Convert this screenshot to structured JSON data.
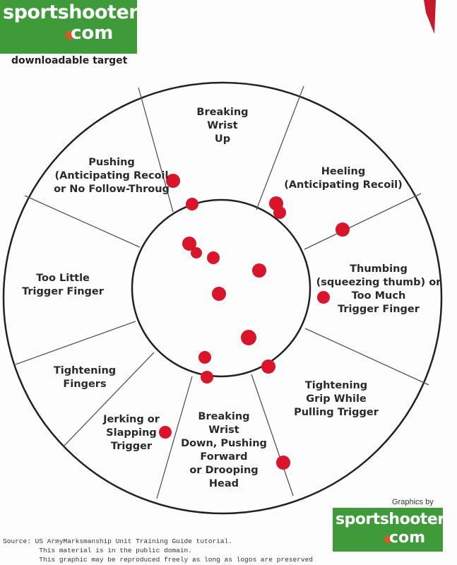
{
  "logo_top": {
    "line1": "sportshooter",
    "line2": "com"
  },
  "caption": "downloadable target",
  "zones": {
    "top": [
      "Breaking",
      "Wrist",
      "Up"
    ],
    "top_left": [
      "Pushing",
      "(Anticipating Recoil",
      "or No Follow-Throug"
    ],
    "top_right": [
      "Heeling",
      "(Anticipating Recoil)"
    ],
    "right": [
      "Thumbing",
      "(squeezing thumb) or",
      "Too Much",
      "Trigger Finger"
    ],
    "left": [
      "Too Little",
      "Trigger Finger"
    ],
    "bottom_left": [
      "Tightening",
      "Fingers"
    ],
    "bottom_left_inner": [
      "Jerking or",
      "Slapping",
      "Trigger"
    ],
    "bottom": [
      "Breaking",
      "Wrist",
      "Down, Pushing",
      "Forward",
      "or Drooping",
      "Head"
    ],
    "bottom_right": [
      "Tightening",
      "Grip While",
      "Pulling Trigger"
    ]
  },
  "credit": "Graphics by",
  "logo_bottom": {
    "line1": "sportshooter",
    "line2": "com"
  },
  "source_lines": [
    "Source: US ArmyMarksmanship Unit Training Guide tutorial.",
    "         This material is in the public domain.",
    "         This graphic may be reproduced freely as long as logos are preserved"
  ],
  "colors": {
    "hole": "#d8152a",
    "logo_green": "#3f9a3a",
    "logo_dot": "#e05526"
  },
  "icons": [
    "bullet-hole-icon"
  ]
}
